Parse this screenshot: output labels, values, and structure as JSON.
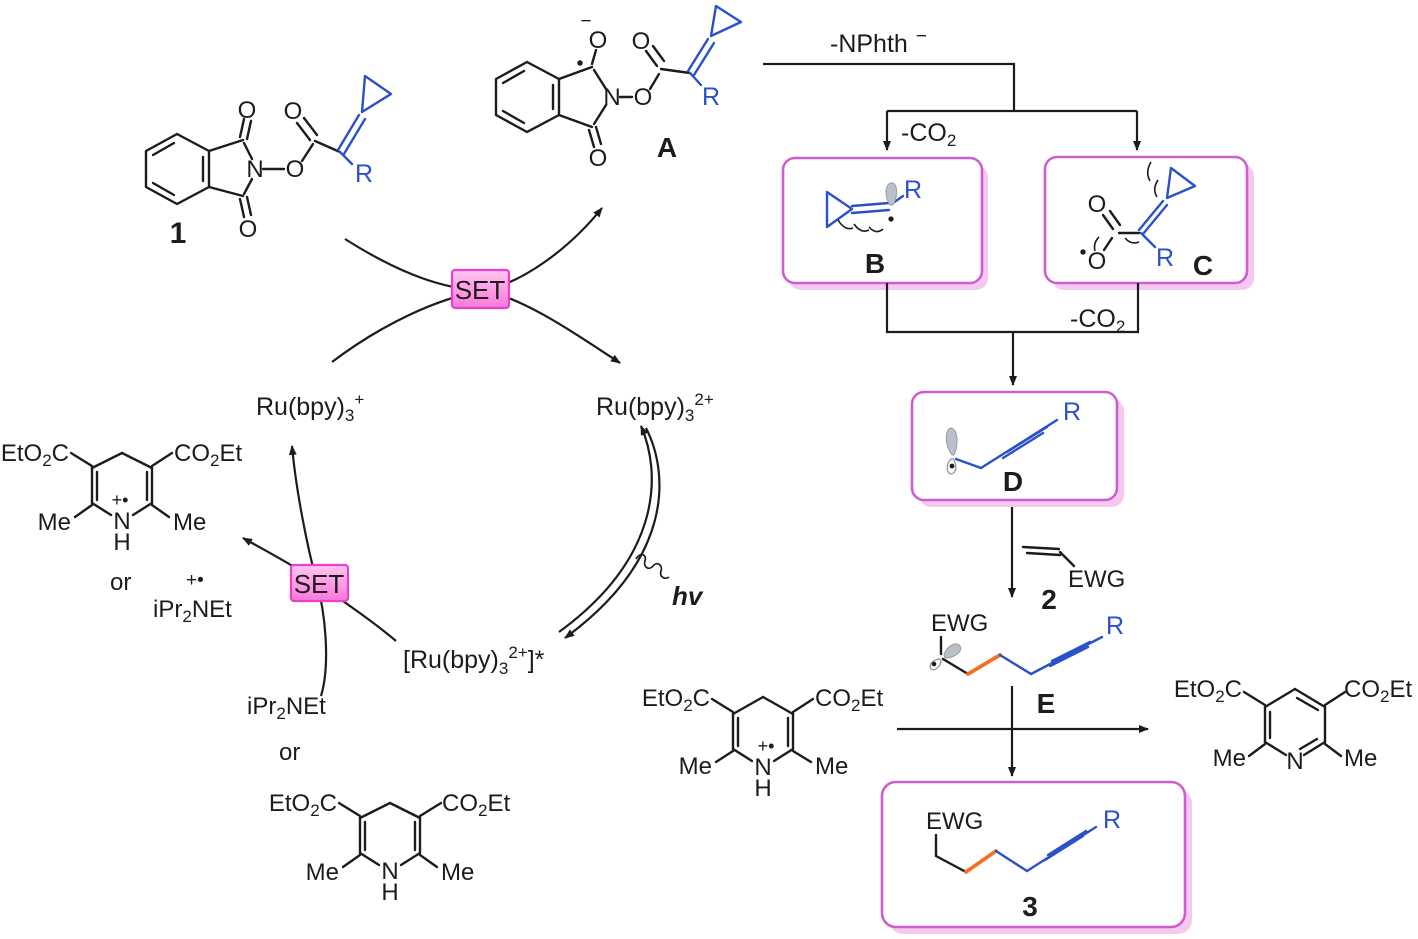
{
  "colors": {
    "blue": "#2b51c9",
    "orange": "#f36f21",
    "black": "#1c1c1c",
    "box_border": "#cd5ed2",
    "box_glow": "#f5c9ee",
    "set_border": "#e93fcb",
    "set_fill_light": "#ffc7f0",
    "set_fill_dark": "#f77ad8",
    "orbital_gray": "#b9c0c7"
  },
  "atoms": {
    "O": "O",
    "N": "N",
    "H": "H",
    "R": "R",
    "Me": "Me",
    "EWG": "EWG",
    "minus": "−",
    "plus_radical": "+•",
    "or": "or"
  },
  "ester": {
    "EtO": "EtO",
    "sub2": "2",
    "C": "C",
    "CO": "CO",
    "Et": "Et"
  },
  "ids": {
    "c1": "1",
    "c2": "2",
    "c3": "3",
    "A": "A",
    "B": "B",
    "C": "C",
    "D": "D",
    "E": "E"
  },
  "labels": {
    "nphth_main": "-NPhth",
    "nphth_sup": "−",
    "co2_main": "-CO",
    "co2_sub": "2",
    "set": "SET",
    "hv": "hv",
    "ru_main": "Ru(bpy)",
    "ru_sub": "3",
    "ru_plus": "+",
    "ru_2plus": "2+",
    "ru_star_open": "[Ru(bpy)",
    "ru_star_close": "]*",
    "ipr_main": "iPr",
    "ipr_sub": "2",
    "ipr_tail": "NEt"
  }
}
